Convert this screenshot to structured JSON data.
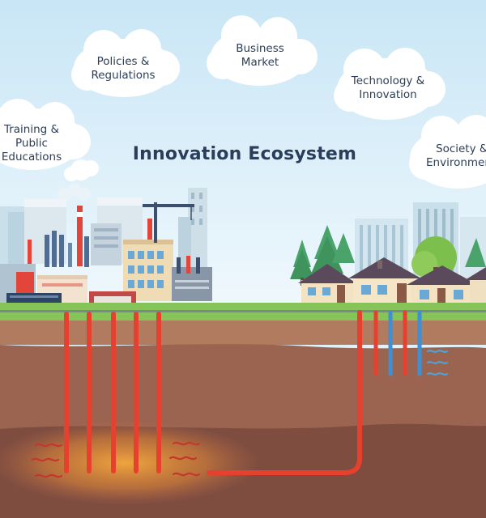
{
  "title": "Innovation Ecosystem",
  "clouds": {
    "training": {
      "line1": "Training &",
      "line2": "Public",
      "line3": "Educations"
    },
    "policies": {
      "line1": "Policies &",
      "line2": "Regulations"
    },
    "business": {
      "line1": "Business",
      "line2": "Market"
    },
    "technology": {
      "line1": "Technology &",
      "line2": "Innovation"
    },
    "society": {
      "line1": "Society &",
      "line2": "Environment"
    }
  },
  "colors": {
    "sky_top": "#cfe8f7",
    "sky_bottom": "#eef8fd",
    "grass": "#86c45a",
    "soil_top": "#a9765d",
    "soil_deep": "#7a4b3e",
    "hot_pipe": "#e8402f",
    "cold_pipe": "#3d8fd6",
    "heat_glow": "#f2a23a",
    "title_text": "#2a3e5c"
  }
}
